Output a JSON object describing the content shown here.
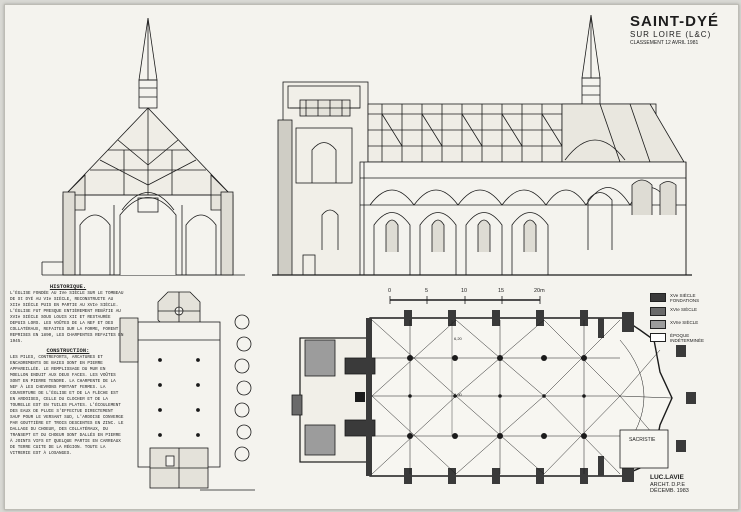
{
  "title": {
    "main": "SAINT-DYÉ",
    "sub": "SUR LOIRE (L&C)",
    "classement": "CLASSEMENT 12 AVRIL 1981"
  },
  "historique": {
    "heading": "HISTORIQUE.",
    "text": "L'ÉGLISE FONDÉE AU IVe SIÈCLE SUR LE TOMBEAU DE St DYÉ AU VIe SIÈCLE, RECONSTRUITE AU XIIe SIÈCLE PUIS EN PARTIE AU XVIe SIÈCLE. L'ÉGLISE FUT PRESQUE ENTIÈREMENT REBÂTIE AU XVIe SIÈCLE SOUS LOUIS XII ET RESTAURÉE DEPUIS LORS. LES VOÛTES DE LA NEF ET DES COLLATÉRAUX, REFAITES SUR LA FORME, FORENT REPRISES EN 1890, LES CHARPENTES REFAITES EN 1945."
  },
  "construction": {
    "heading": "CONSTRUCTION:",
    "text": "LES PILES, CONTREFORTS, ARCATURES ET ENCADREMENTS DE BAIES SONT EN PIERRE APPAREILLÉE. LE REMPLISSAGE DU MUR EN MOELLON ENDUIT AUX DEUX FACES. LES VOÛTES SONT EN PIERRE TENDRE. LA CHARPENTE DE LA NEF À LES CHEVRONS PORTANT FERMES. LA COUVERTURE DE L'ÉGLISE ET DE LA FLÈCHE EST EN ARDOISES, CELLE DU CLOCHER ET DE LA TOURELLE EST EN TUILES PLATES. L'ÉCOULEMENT DES EAUX DE PLUIE S'EFFECTUE DIRECTEMENT SAUF POUR LE VERSANT SUD, L'ARDOISE CONVERGE PAR GOUTTIÈRE ET TROIS DESCENTES EN ZINC. LE DALLAGE DU CHOEUR, DES COLLATÉRAUX, DU TRANSEPT ET DU CHOEUR SONT DALLÉS EN PIERRE À JOINTS VIFS ET QUELQUE PARTIE EN CARREAUX DE TERRE CUITE DE LA RÉGION. TOUTE LA VITRERIE EST À LOSANGES."
  },
  "legend": [
    {
      "label": "XVe SIÈCLE FONDATIONS",
      "color": "#3a3a3a"
    },
    {
      "label": "XVIe SIÈCLE",
      "color": "#6a6a6a"
    },
    {
      "label": "XVIIe SIÈCLE",
      "color": "#9c9c9c"
    },
    {
      "label": "ÉPOQUE INDÉTERMINÉE",
      "color": "#ffffff"
    }
  ],
  "scale": {
    "ticks": [
      "0",
      "5",
      "10",
      "15",
      "20m"
    ]
  },
  "plan_labels": {
    "sacristie": "SACRISTIE"
  },
  "dimensions": [
    "6,20",
    "6,90"
  ],
  "signature": {
    "name": "LUC.LAVIE",
    "title": "ARCHT. D.P.E",
    "date": "DÉCEMB. 1983"
  }
}
